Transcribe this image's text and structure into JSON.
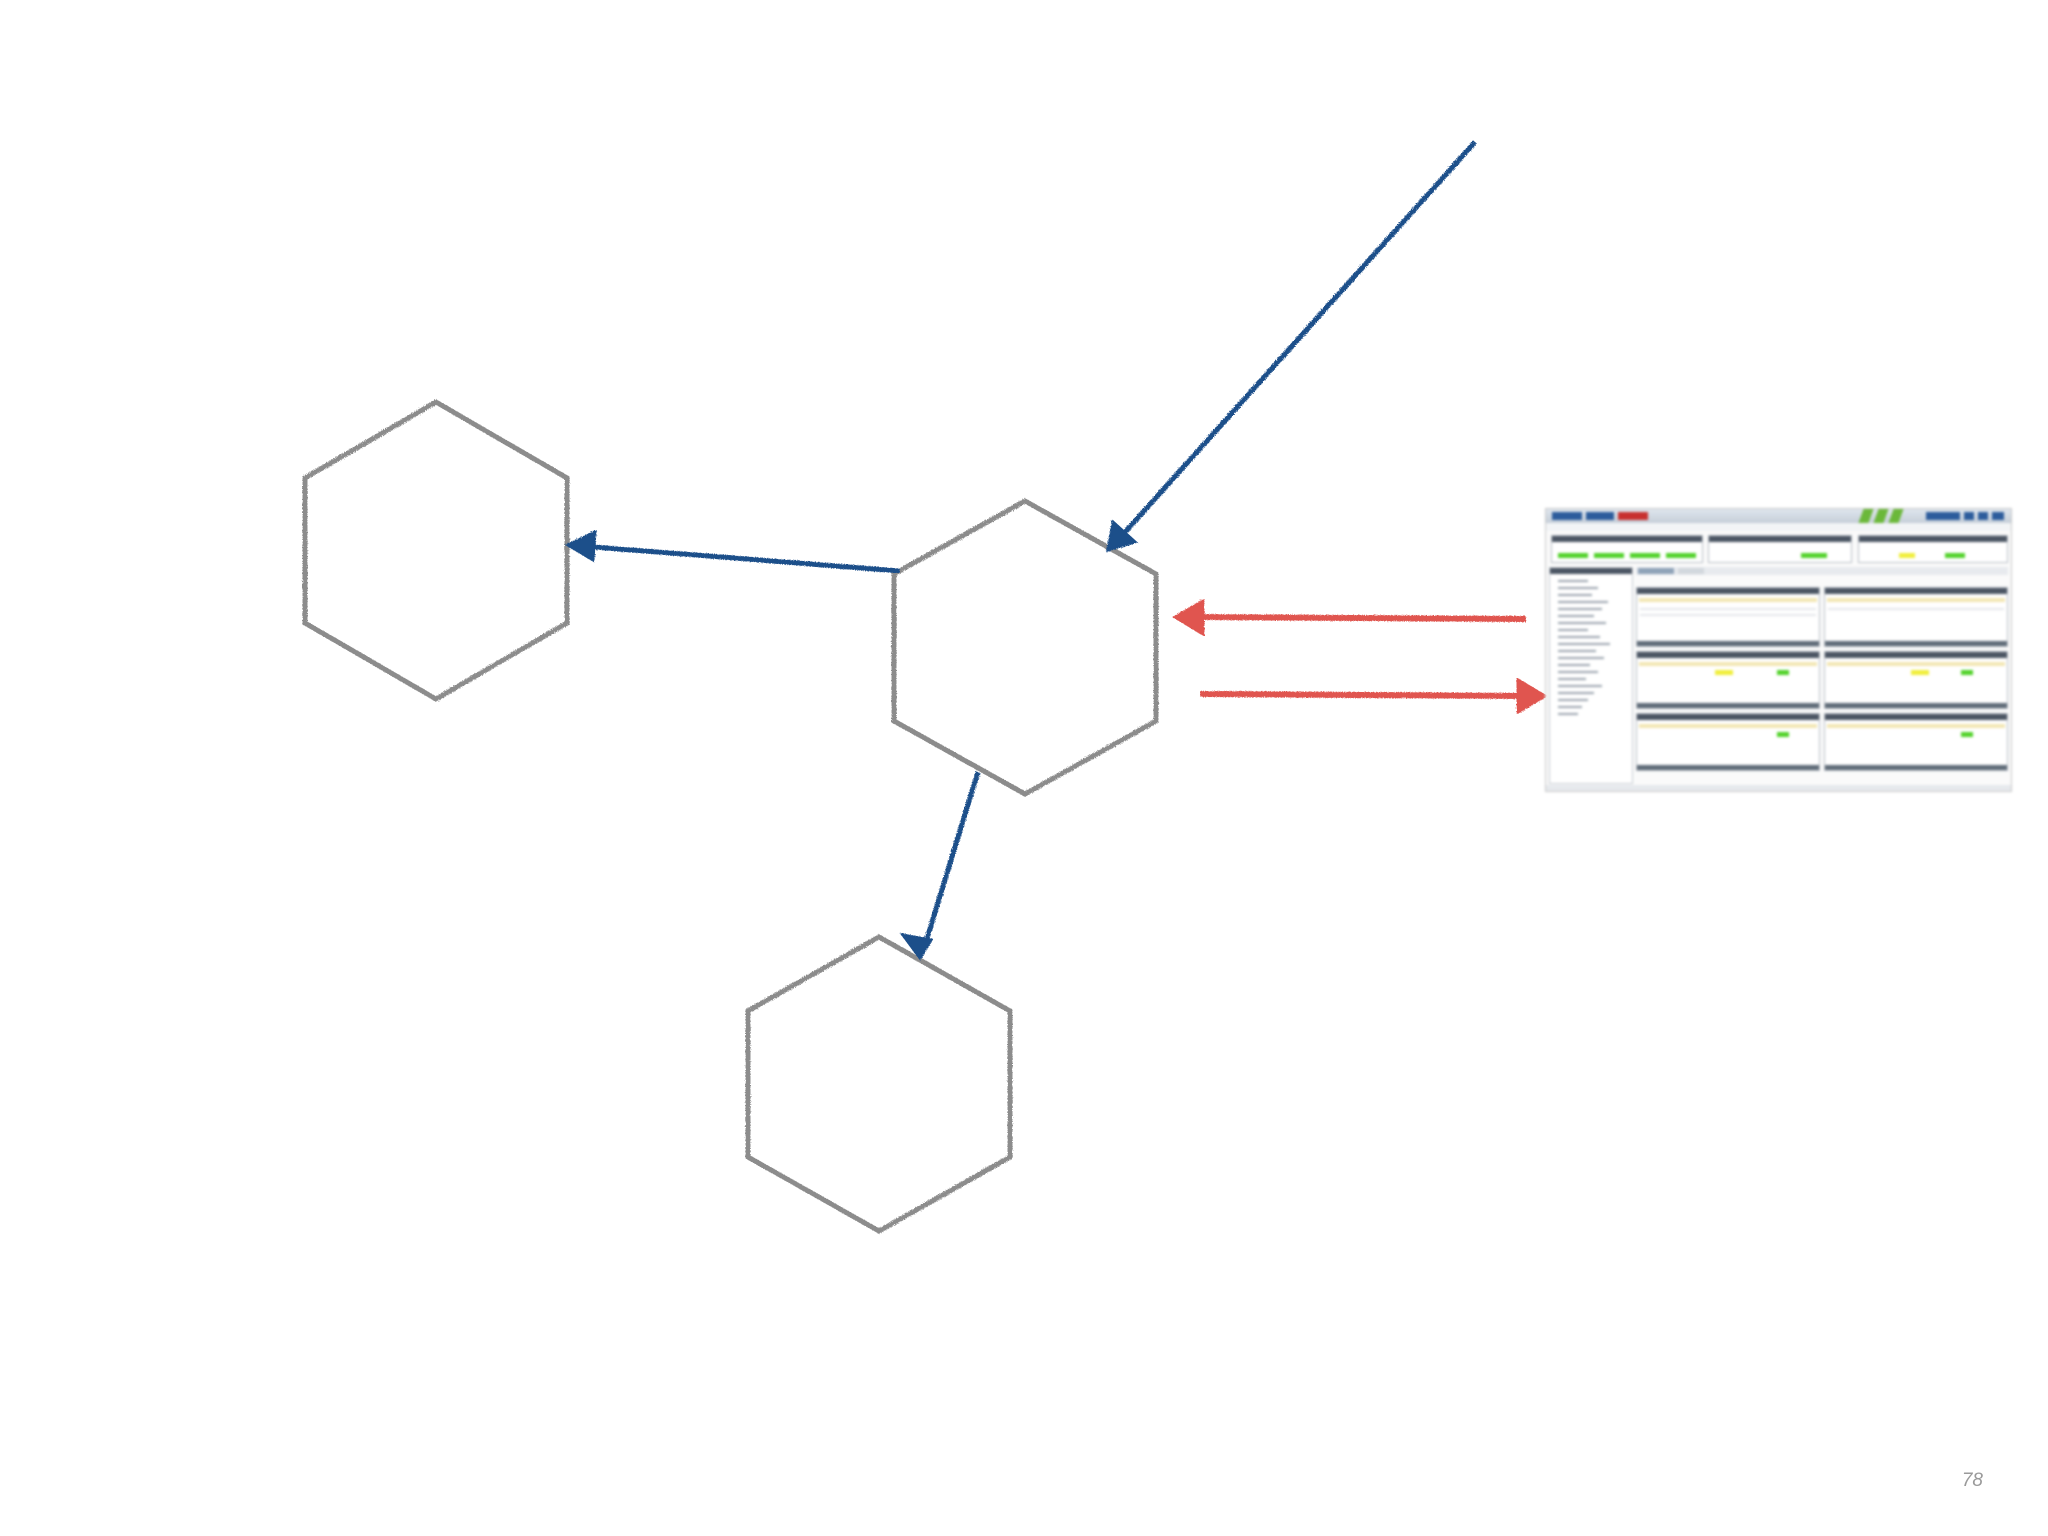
{
  "page": {
    "number": "78"
  },
  "diagram": {
    "colors": {
      "hexagon_stroke": "#8c8c8c",
      "blue_arrow": "#1f4f8a",
      "red_arrow": "#e0554f"
    },
    "nodes": [
      {
        "name": "left-hexagon"
      },
      {
        "name": "center-hexagon"
      },
      {
        "name": "bottom-hexagon"
      }
    ],
    "edges": [
      {
        "from": "off-canvas",
        "to": "center-hexagon",
        "color": "blue"
      },
      {
        "from": "center-hexagon",
        "to": "left-hexagon",
        "color": "blue"
      },
      {
        "from": "center-hexagon",
        "to": "bottom-hexagon",
        "color": "blue"
      },
      {
        "from": "dashboard-screenshot",
        "to": "center-hexagon",
        "color": "red"
      },
      {
        "from": "center-hexagon",
        "to": "dashboard-screenshot",
        "color": "red"
      }
    ],
    "screenshot": {
      "description_icon": "blurred-dashboard-thumbnail"
    }
  }
}
